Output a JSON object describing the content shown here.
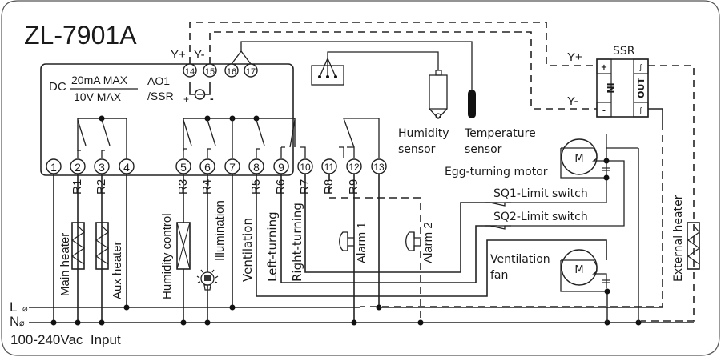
{
  "title": "ZL-7901A",
  "controller": {
    "dc_label": "DC",
    "spec_top": "20mA MAX",
    "spec_bottom": "10V MAX",
    "ao_label_1": "AO1",
    "ao_label_2": "/SSR",
    "plus": "+",
    "minus": "-",
    "y_plus": "Y+",
    "y_minus": "Y-",
    "terminals_bottom": [
      "1",
      "2",
      "3",
      "4",
      "5",
      "6",
      "7",
      "8",
      "9",
      "10",
      "11",
      "12",
      "13"
    ],
    "terminals_top": [
      "14",
      "15",
      "16",
      "17"
    ]
  },
  "relays": [
    "R1",
    "R2",
    "R3",
    "R4",
    "R5",
    "R6",
    "R7",
    "R8",
    "R9"
  ],
  "loads": {
    "main_heater": "Main heater",
    "aux_heater": "Aux heater",
    "humidity_control": "Humidity control",
    "illumination": "Illumination",
    "ventilation": "Ventilation",
    "left_turning": "Left-turning",
    "right_turning": "Right-turning",
    "alarm1": "Alarm 1",
    "alarm2": "Alarm 2",
    "external_heater": "External heater"
  },
  "sensors": {
    "humidity_1": "Humidity",
    "humidity_2": "sensor",
    "temperature_1": "Temperature",
    "temperature_2": "sensor"
  },
  "ssr": {
    "title": "SSR",
    "y_plus": "Y+",
    "y_minus": "Y-",
    "in_label": "IN",
    "out_label": "OUT",
    "plus": "+",
    "minus": "-"
  },
  "motors": {
    "egg_turning": "Egg-turning motor",
    "sq1": "SQ1-Limit switch",
    "sq2": "SQ2-Limit switch",
    "fan_1": "Ventilation",
    "fan_2": "fan",
    "motor_symbol": "M"
  },
  "power": {
    "l_label": "L",
    "n_label": "N",
    "input_label": "100-240Vac  Input"
  }
}
